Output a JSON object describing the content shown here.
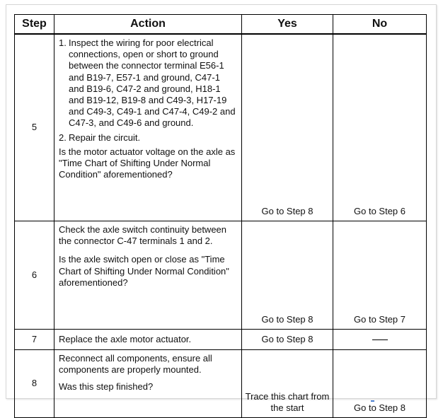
{
  "headers": {
    "step": "Step",
    "action": "Action",
    "yes": "Yes",
    "no": "No"
  },
  "rows": [
    {
      "step": "5",
      "items": [
        "Inspect the wiring for poor electrical connections, open or short to ground between the connector terminal E56-1 and B19-7, E57-1 and ground, C47-1 and B19-6, C47-2 and ground, H18-1 and B19-12, B19-8 and C49-3, H17-19 and C49-3, C49-1 and C47-4, C49-2 and C47-3, and C49-6 and ground.",
        "Repair the circuit."
      ],
      "question": "Is the motor actuator voltage on the axle as \"Time Chart of Shifting Under Normal Condition\" aforementioned?",
      "yes": "Go to Step 8",
      "no": "Go to Step 6"
    },
    {
      "step": "6",
      "action": "Check the axle switch continuity between the connector C-47 terminals 1 and 2.",
      "question": "Is the axle switch open or close as \"Time Chart of Shifting Under Normal Condition\" aforementioned?",
      "yes": "Go to Step 8",
      "no": "Go to Step 7"
    },
    {
      "step": "7",
      "action": "Replace the axle motor actuator.",
      "yes": "Go to Step 8",
      "no": "—"
    },
    {
      "step": "8",
      "action": "Reconnect all components, ensure all components are properly mounted.",
      "question": "Was this step finished?",
      "yes": "Trace this chart from the start",
      "no": "Go to Step 8"
    }
  ]
}
